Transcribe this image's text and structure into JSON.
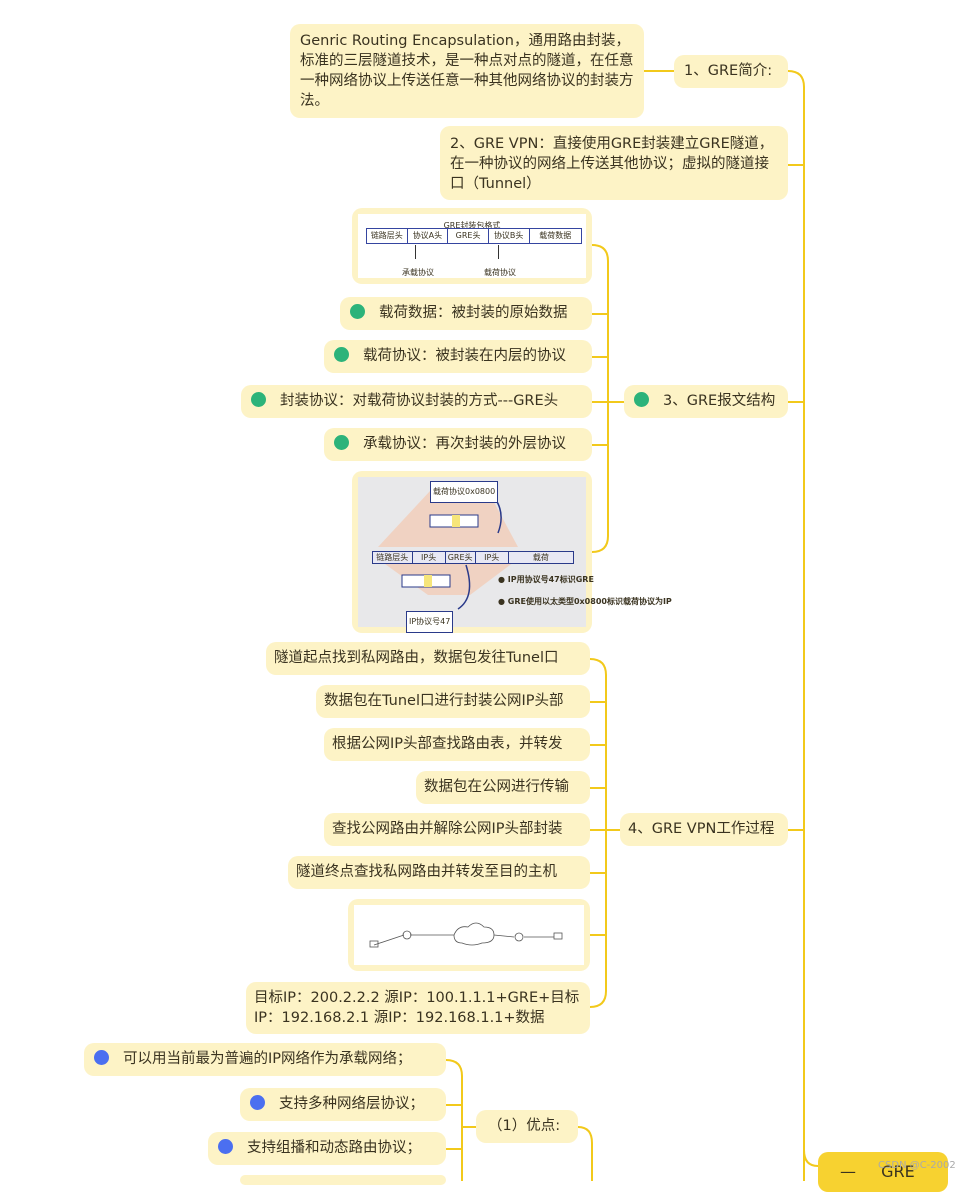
{
  "root": {
    "prefix": "—",
    "label": "GRE"
  },
  "watermark": "CSDN @C-2002",
  "branches": {
    "intro": {
      "label": "1、GRE简介:",
      "child": "Genric Routing Encapsulation，通用路由封装，标准的三层隧道技术，是一种点对点的隧道，在任意一种网络协议上传送任意一种其他网络协议的封装方法。"
    },
    "vpn": {
      "label": "2、GRE VPN：直接使用GRE封装建立GRE隧道，在一种协议的网络上传送其他协议；虚拟的隧道接口（Tunnel）"
    },
    "structure": {
      "label": "3、GRE报文结构",
      "items": [
        "载荷数据：被封装的原始数据",
        "载荷协议：被封装在内层的协议",
        "封装协议：对载荷协议封装的方式---GRE头",
        "承载协议：再次封装的外层协议"
      ],
      "format_image": {
        "title": "GRE封装包格式",
        "fields": [
          "链路层头",
          "协议A头",
          "GRE头",
          "协议B头",
          "载荷数据"
        ],
        "labels": [
          "承载协议",
          "载荷协议"
        ]
      },
      "encap_image": {
        "top_label": "载荷协议0x0800",
        "fields": [
          "链路层头",
          "IP头",
          "GRE头",
          "IP头",
          "载荷"
        ],
        "bottom_label": "IP协议号47",
        "notes": [
          "IP用协议号47标识GRE",
          "GRE使用以太类型0x0800标识载荷协议为IP"
        ]
      }
    },
    "process": {
      "label": "4、GRE VPN工作过程",
      "steps": [
        "隧道起点找到私网路由，数据包发往Tunel口",
        "数据包在Tunel口进行封装公网IP头部",
        "根据公网IP头部查找路由表，并转发",
        "数据包在公网进行传输",
        "查找公网路由并解除公网IP头部封装",
        "隧道终点查找私网路由并转发至目的主机"
      ],
      "note": "目标IP：200.2.2.2 源IP：100.1.1.1+GRE+目标IP：192.168.2.1 源IP：192.168.1.1+数据"
    },
    "advantages": {
      "label": "（1）优点:",
      "items": [
        "可以用当前最为普遍的IP网络作为承载网络；",
        "支持多种网络层协议；",
        "支持组播和动态路由协议；"
      ]
    }
  },
  "colors": {
    "line": "#f2c91b",
    "node": "#fdf3c6",
    "root": "#f7d230",
    "green": "#2cb37a",
    "blue": "#4b6ff0"
  }
}
